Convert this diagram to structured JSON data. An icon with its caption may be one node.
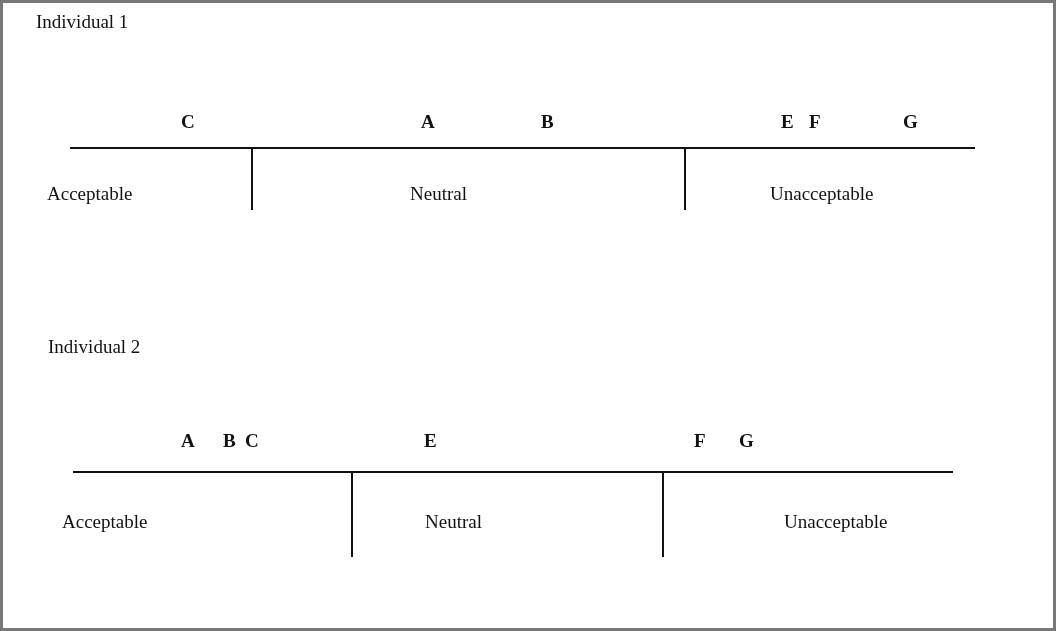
{
  "diagram": {
    "labels": [
      "Individual 1",
      "C",
      "A",
      "B",
      "E",
      "F",
      "G",
      "Acceptable",
      "Neutral",
      "Unacceptable",
      "Individual 2",
      "A",
      "B",
      "C",
      "E",
      "F",
      "G",
      "Acceptable",
      "Neutral",
      "Unacceptable"
    ]
  }
}
